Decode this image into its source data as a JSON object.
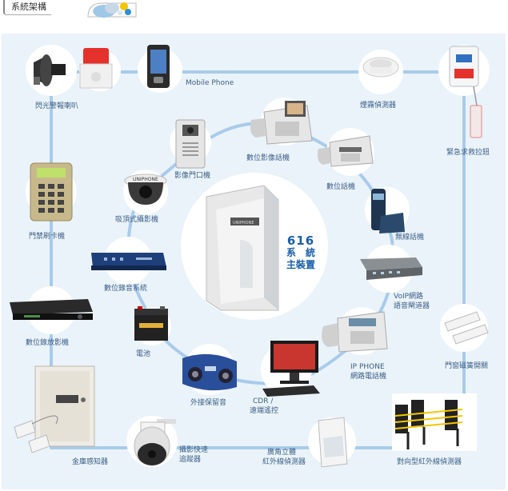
{
  "header": {
    "title": "系統架構"
  },
  "core": {
    "number": "616",
    "line1": "系　統",
    "line2": "主裝置",
    "device_brand": "UNIPHONE"
  },
  "nodes": {
    "horn": "閃光警報喇叭",
    "mobile": "Mobile Phone",
    "smoke": "煙霧偵測器",
    "sos": "緊急求救拉鈕",
    "video_phone": "數位影像話機",
    "doorphone": "影像門口機",
    "digital_phone": "數位話機",
    "dome_camera": "吸頂式攝影機",
    "card_reader": "門禁刷卡機",
    "cordless": "無線話機",
    "recorder": "數位錄音系統",
    "voip_gw_1": "VoIP網路",
    "voip_gw_2": "語音閘道器",
    "dvr": "數位錄放影機",
    "battery": "電池",
    "ip_phone_1": "IP PHONE",
    "ip_phone_2": "網路電話機",
    "door_magnet": "門窗磁簧開關",
    "boombox": "外接保留音",
    "cdr_1": "CDR /",
    "cdr_2": "遠端遙控",
    "safe": "金庫感知器",
    "speed_dome_1": "攝影快速",
    "speed_dome_2": "追蹤器",
    "pir_1": "廣角立體",
    "pir_2": "紅外線偵測器",
    "beam": "對向型紅外線偵測器"
  },
  "icons": {
    "horn": "siren-horn-icon",
    "mobile": "mobile-phone-icon",
    "smoke": "smoke-detector-icon",
    "sos": "emergency-pull-icon",
    "video_phone": "video-phone-icon",
    "doorphone": "video-doorphone-icon",
    "digital_phone": "desk-phone-icon",
    "dome_camera": "dome-camera-icon",
    "card_reader": "card-reader-icon",
    "cordless": "cordless-phone-icon",
    "recorder": "rack-recorder-icon",
    "voip": "voip-gateway-icon",
    "dvr": "dvr-icon",
    "battery": "battery-icon",
    "ip_phone": "ip-phone-icon",
    "door_magnet": "magnetic-switch-icon",
    "boombox": "boombox-icon",
    "cdr": "monitor-icon",
    "safe": "safe-icon",
    "speed_dome": "speed-dome-camera-icon",
    "pir": "pir-sensor-icon",
    "beam": "ir-beam-sensor-icon"
  },
  "colors": {
    "panel_bg": "#eaf3fa",
    "line": "#a9cbea",
    "label": "#3d5f86",
    "core_text": "#1b5fa8"
  }
}
